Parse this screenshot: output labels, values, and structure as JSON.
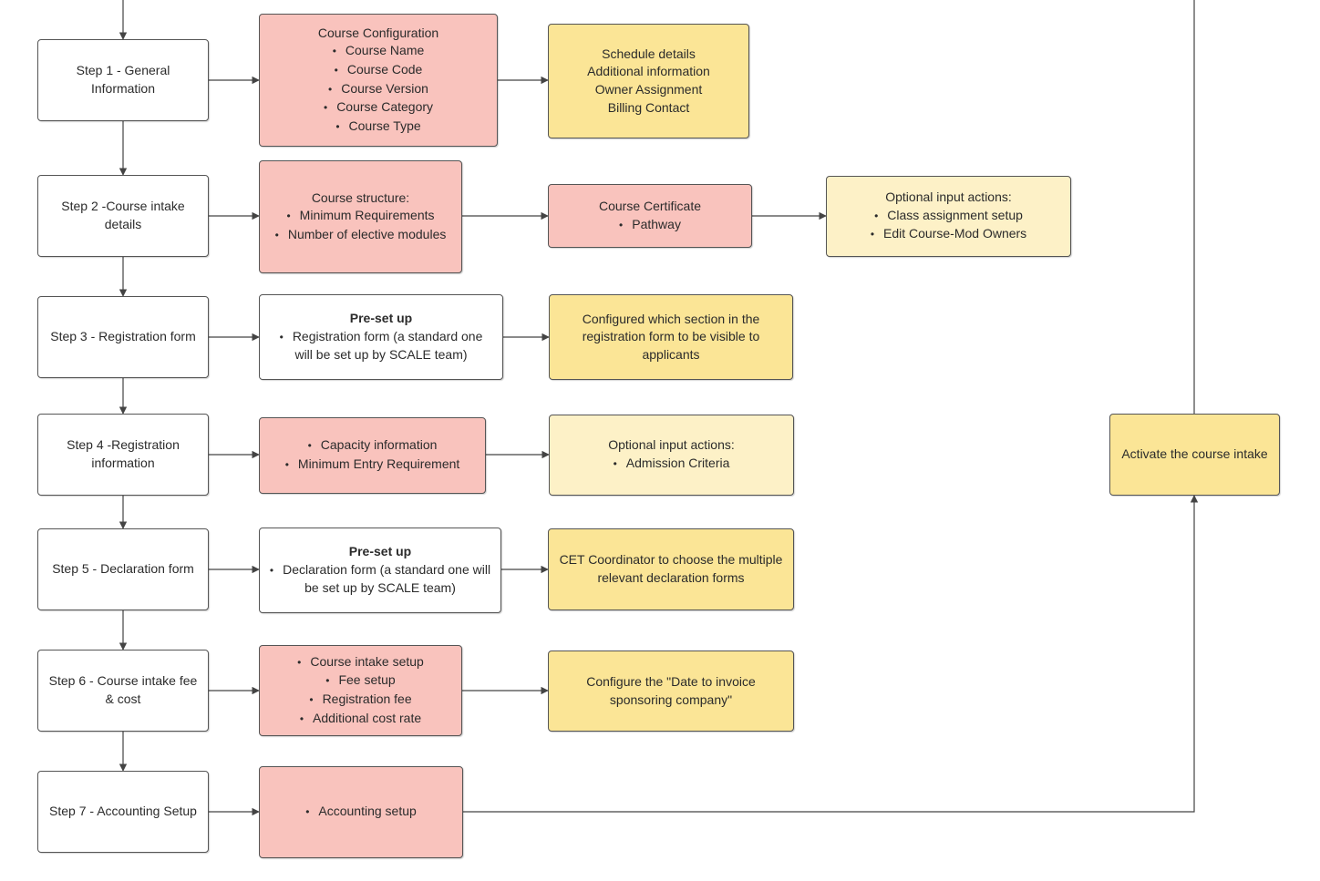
{
  "colors": {
    "step_fill": "#ffffff",
    "pink_fill": "#f9c3bd",
    "yellow_fill": "#fbe596",
    "light_yellow_fill": "#fdf1c7",
    "border": "#555555",
    "connector": "#444444"
  },
  "steps": [
    {
      "label": "Step 1 - General Information"
    },
    {
      "label": "Step 2 -Course intake details"
    },
    {
      "label": "Step 3 - Registration form"
    },
    {
      "label": "Step 4 -Registration information"
    },
    {
      "label": "Step 5 - Declaration form"
    },
    {
      "label": "Step 6 - Course intake fee & cost"
    },
    {
      "label": "Step 7 - Accounting Setup"
    }
  ],
  "details": {
    "course_configuration": {
      "title": "Course Configuration",
      "items": [
        "Course Name",
        "Course Code",
        "Course Version",
        "Course Category",
        "Course Type"
      ]
    },
    "schedule_details": {
      "lines": [
        "Schedule details",
        "Additional information",
        "Owner Assignment",
        "Billing Contact"
      ]
    },
    "course_structure": {
      "title": "Course structure:",
      "items": [
        "Minimum Requirements",
        "Number of elective modules"
      ]
    },
    "course_certificate": {
      "title": "Course Certificate",
      "items": [
        "Pathway"
      ]
    },
    "optional_actions_step2": {
      "title": "Optional input actions:",
      "items": [
        "Class assignment setup",
        "Edit Course-Mod Owners"
      ]
    },
    "preset_registration": {
      "title": "Pre-set up",
      "items": [
        "Registration form (a standard one will be set up by SCALE team)"
      ]
    },
    "configured_section": {
      "text": "Configured which section in the registration form to be visible to applicants"
    },
    "capacity_info": {
      "items": [
        "Capacity information",
        "Minimum Entry Requirement"
      ]
    },
    "optional_actions_step4": {
      "title": "Optional input actions:",
      "items": [
        "Admission Criteria"
      ]
    },
    "preset_declaration": {
      "title": "Pre-set up",
      "items": [
        "Declaration form (a standard one will be set up by SCALE team)"
      ]
    },
    "cet_coordinator": {
      "text": "CET Coordinator to choose the multiple relevant declaration forms"
    },
    "fee_setup": {
      "items": [
        "Course intake setup",
        "Fee setup",
        "Registration fee",
        "Additional cost rate"
      ]
    },
    "date_to_invoice": {
      "text": "Configure the \"Date to invoice sponsoring company\""
    },
    "accounting_setup": {
      "items": [
        "Accounting setup"
      ]
    },
    "activate": {
      "text": "Activate the course intake"
    }
  }
}
